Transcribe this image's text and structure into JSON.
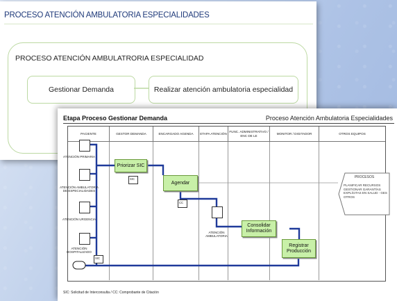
{
  "slide1": {
    "title": "PROCESO ATENCIÓN AMBULATORIA ESPECIALIDADES",
    "box_label": "PROCESO ATENCIÓN AMBULATRORIA ESPECIALIDAD",
    "steps": [
      "Gestionar Demanda",
      "Realizar atención ambulatoria especialidad"
    ]
  },
  "slide2": {
    "title": "Etapa Proceso Gestionar Demanda",
    "right_title": "Proceso Atención Ambulatoria Especialidades",
    "lanes": [
      "PACIENTE",
      "GESTOR DEMANDA",
      "ENCARGADO AGENDA",
      "ETAPA ATENCIÓN",
      "FUNC. ADMINISTRATIVO / ENC DE LE",
      "MONITOR / DIGITADOR",
      "OTROS EQUIPOS"
    ],
    "patient_docs": [
      "ATENCIÓN PRIMARIA",
      "ATENCIÓN AMBULATORIA DE ESPECIALIDADES",
      "ATENCIÓN URGENCIA",
      "ATENCIÓN HOSPITALIZADO"
    ],
    "tasks": {
      "priorizar": "Priorizar SIC",
      "agendar": "Agendar",
      "consolidar": "Consolidar Información",
      "registrar": "Registrar Producción"
    },
    "tags": {
      "sic1": "SIC",
      "sic2": "SIC",
      "cc": "CC"
    },
    "atencion_doc": "ATENCIÓN AMBULATORIA",
    "procesos": {
      "title": "PROCESOS",
      "text": "PLANIFICAR RECURSOS GESTIONAR GARANTÍAS EXPLÍCITAS EN SALUD - GES OTROS"
    },
    "legend": "SIC: Solicitud de Interconsulta / CC: Comprobante de Citación"
  },
  "colors": {
    "flow": "#1f3a9a",
    "task_fill": "#c8f0a8",
    "box_border": "#bcd9a2",
    "title_blue": "#1f3a7a"
  }
}
